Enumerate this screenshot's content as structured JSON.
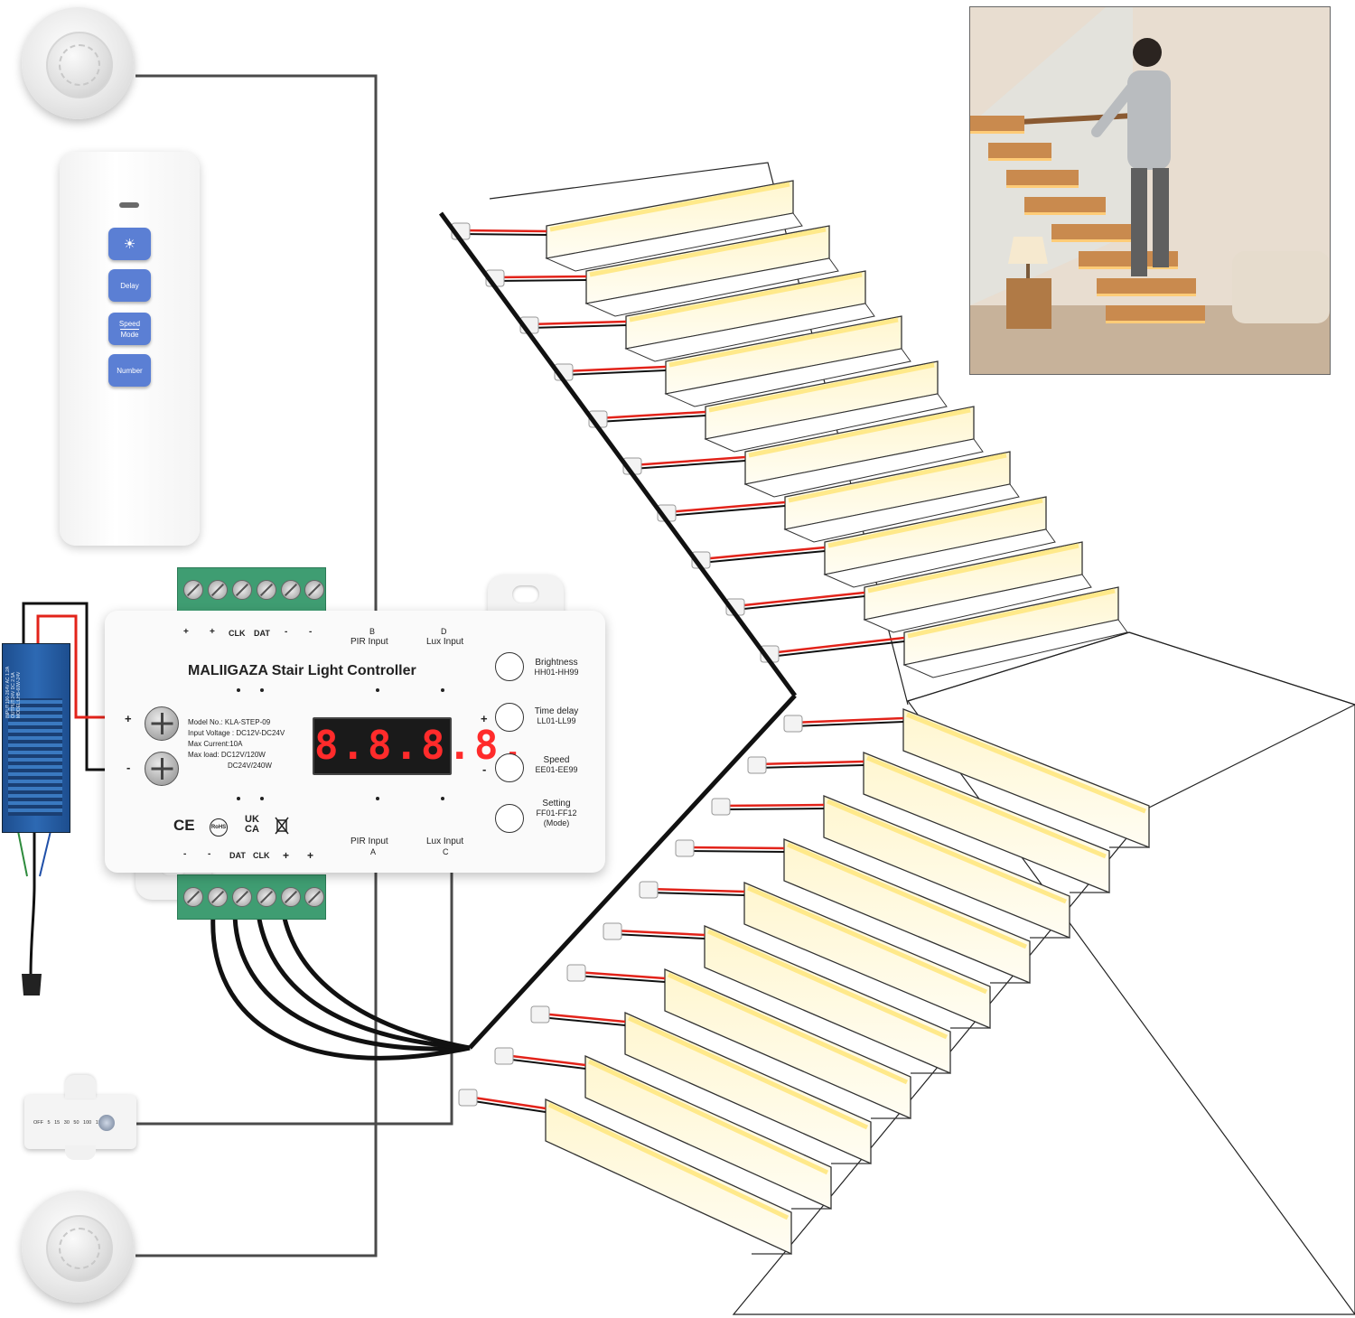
{
  "remote": {
    "buttons": [
      {
        "label": "☀",
        "icon": "brightness-icon"
      },
      {
        "label": "Delay"
      },
      {
        "label_top": "Speed",
        "label_bottom": "Mode"
      },
      {
        "label": "Number"
      }
    ]
  },
  "power_supply": {
    "text": "INPUT:100-264V AC 1.2A OUTPUT:24V DC 2.5A MODEL:LHB-60W-24V"
  },
  "controller": {
    "title": "MALIIGAZA Stair Light Controller",
    "top_terminals": [
      "+",
      "+",
      "CLK",
      "DAT",
      "-",
      "-"
    ],
    "bottom_terminals": [
      "-",
      "-",
      "DAT",
      "CLK",
      "+",
      "+"
    ],
    "top_b_letter": "B",
    "top_b_label": "PIR  Input",
    "top_d_letter": "D",
    "top_d_label": "Lux Input",
    "bottom_a_label": "PIR  Input",
    "bottom_a_letter": "A",
    "bottom_c_label": "Lux Input",
    "bottom_c_letter": "C",
    "power_plus": "+",
    "power_minus": "-",
    "specs": [
      "Model No.: KLA-STEP-09",
      "Input Voltage : DC12V-DC24V",
      "Max Current:10A",
      "Max  load: DC12V/120W",
      "DC24V/240W"
    ],
    "display": "8.8.8.8.",
    "certs": [
      "CE",
      "RoHS",
      "UK CA"
    ],
    "buttons": [
      {
        "side": "",
        "name": "Brightness",
        "range": "HH01-HH99"
      },
      {
        "side": "+",
        "name": "Time delay",
        "range": "LL01-LL99"
      },
      {
        "side": "-",
        "name": "Speed",
        "range": "EE01-EE99"
      },
      {
        "side": "",
        "name": "Setting",
        "range": "FF01-FF12",
        "note": "(Mode)"
      }
    ]
  },
  "lux_sensor": {
    "scale": "OFF 5 15 30 50 100 150"
  },
  "stairs": {
    "upper_step_count": 10,
    "lower_step_count": 10
  },
  "colors": {
    "wire_gray": "#4a4a4a",
    "wire_red": "#e2231a",
    "wire_black": "#111111",
    "led_strip": "#ffe98a",
    "led_glow": "#fff3c4",
    "terminal_green": "#3f9d72",
    "remote_button": "#5b7fd4",
    "display_digits": "#ff2b2b"
  }
}
